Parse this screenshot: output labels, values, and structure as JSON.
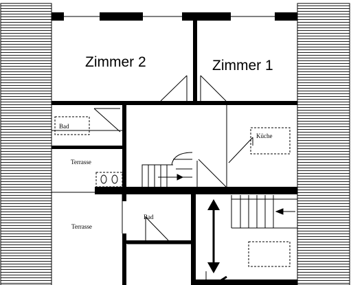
{
  "rooms": {
    "zimmer2": "Zimmer 2",
    "zimmer1": "Zimmer 1",
    "bad_top": "Bad",
    "kueche": "Küche",
    "terrasse_top": "Terrasse",
    "terrasse_bottom": "Terrasse",
    "bad_bottom": "Bad"
  }
}
